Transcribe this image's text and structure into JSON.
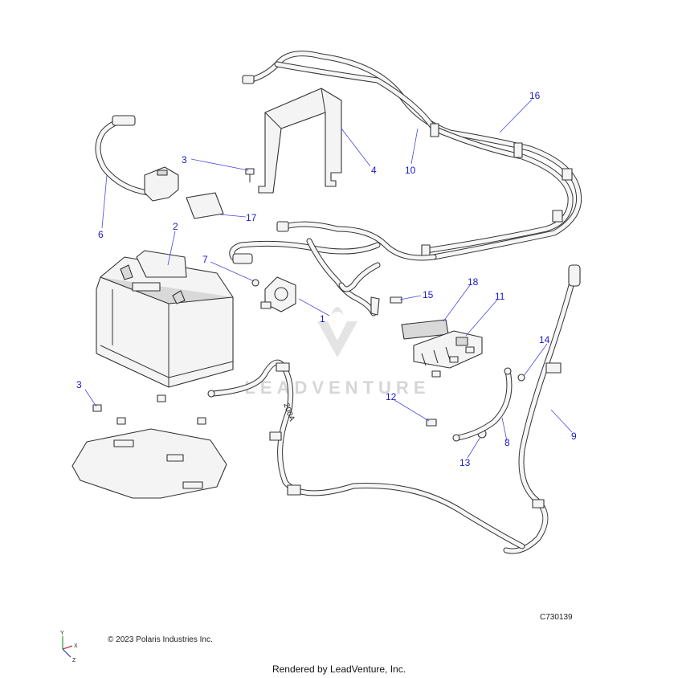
{
  "diagram": {
    "drawing_number": "C730139",
    "copyright": "© 2023 Polaris Industries Inc.",
    "watermark": "LEADVENTURE",
    "footer": "Rendered by LeadVenture, Inc.",
    "axes": {
      "y": "Y",
      "x": "X",
      "z": "Z"
    },
    "cable_label": "200A",
    "callouts": [
      "1",
      "2",
      "3",
      "3",
      "4",
      "6",
      "7",
      "8",
      "9",
      "10",
      "11",
      "12",
      "13",
      "14",
      "15",
      "16",
      "17",
      "18"
    ]
  }
}
